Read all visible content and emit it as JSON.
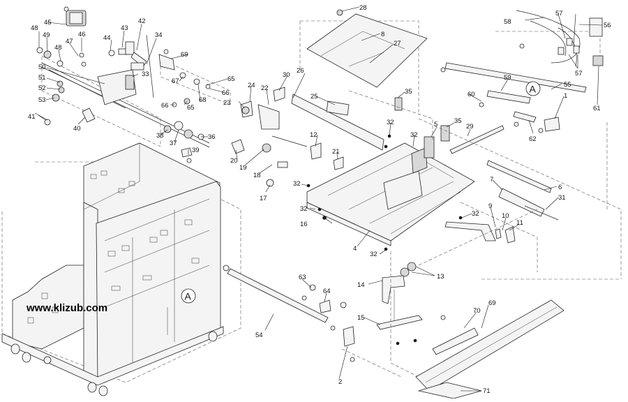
{
  "watermark": "www.klizub.com",
  "reference_markers": [
    "A",
    "A"
  ],
  "callouts": [
    {
      "id": "c1",
      "label": "1"
    },
    {
      "id": "c2",
      "label": "2"
    },
    {
      "id": "c4",
      "label": "4"
    },
    {
      "id": "c5",
      "label": "5"
    },
    {
      "id": "c6",
      "label": "6"
    },
    {
      "id": "c7",
      "label": "7"
    },
    {
      "id": "c8",
      "label": "8"
    },
    {
      "id": "c9",
      "label": "9"
    },
    {
      "id": "c10",
      "label": "10"
    },
    {
      "id": "c11",
      "label": "11"
    },
    {
      "id": "c12",
      "label": "12"
    },
    {
      "id": "c13",
      "label": "13"
    },
    {
      "id": "c14",
      "label": "14"
    },
    {
      "id": "c15",
      "label": "15"
    },
    {
      "id": "c16",
      "label": "16"
    },
    {
      "id": "c17",
      "label": "17"
    },
    {
      "id": "c18",
      "label": "18"
    },
    {
      "id": "c19",
      "label": "19"
    },
    {
      "id": "c20",
      "label": "20"
    },
    {
      "id": "c21",
      "label": "21"
    },
    {
      "id": "c22",
      "label": "22"
    },
    {
      "id": "c23",
      "label": "23"
    },
    {
      "id": "c24",
      "label": "24"
    },
    {
      "id": "c25",
      "label": "25"
    },
    {
      "id": "c26",
      "label": "26"
    },
    {
      "id": "c27",
      "label": "27"
    },
    {
      "id": "c28",
      "label": "28"
    },
    {
      "id": "c29",
      "label": "29"
    },
    {
      "id": "c30",
      "label": "30"
    },
    {
      "id": "c31",
      "label": "31"
    },
    {
      "id": "c32a",
      "label": "32"
    },
    {
      "id": "c32b",
      "label": "32"
    },
    {
      "id": "c32c",
      "label": "32"
    },
    {
      "id": "c32d",
      "label": "32"
    },
    {
      "id": "c32e",
      "label": "32"
    },
    {
      "id": "c32f",
      "label": "32"
    },
    {
      "id": "c33",
      "label": "33"
    },
    {
      "id": "c34",
      "label": "34"
    },
    {
      "id": "c35a",
      "label": "35"
    },
    {
      "id": "c35b",
      "label": "35"
    },
    {
      "id": "c36",
      "label": "36"
    },
    {
      "id": "c37",
      "label": "37"
    },
    {
      "id": "c38",
      "label": "38"
    },
    {
      "id": "c39",
      "label": "39"
    },
    {
      "id": "c40",
      "label": "40"
    },
    {
      "id": "c41",
      "label": "41"
    },
    {
      "id": "c42",
      "label": "42"
    },
    {
      "id": "c43",
      "label": "43"
    },
    {
      "id": "c44",
      "label": "44"
    },
    {
      "id": "c45",
      "label": "45"
    },
    {
      "id": "c46",
      "label": "46"
    },
    {
      "id": "c47",
      "label": "47"
    },
    {
      "id": "c48a",
      "label": "48"
    },
    {
      "id": "c48b",
      "label": "48"
    },
    {
      "id": "c49",
      "label": "49"
    },
    {
      "id": "c50",
      "label": "50"
    },
    {
      "id": "c51",
      "label": "51"
    },
    {
      "id": "c52",
      "label": "52"
    },
    {
      "id": "c53",
      "label": "53"
    },
    {
      "id": "c54",
      "label": "54"
    },
    {
      "id": "c55",
      "label": "55"
    },
    {
      "id": "c56",
      "label": "56"
    },
    {
      "id": "c57a",
      "label": "57"
    },
    {
      "id": "c57b",
      "label": "57"
    },
    {
      "id": "c58",
      "label": "58"
    },
    {
      "id": "c59",
      "label": "59"
    },
    {
      "id": "c60",
      "label": "60"
    },
    {
      "id": "c61",
      "label": "61"
    },
    {
      "id": "c62",
      "label": "62"
    },
    {
      "id": "c63",
      "label": "63"
    },
    {
      "id": "c64",
      "label": "64"
    },
    {
      "id": "c65a",
      "label": "65"
    },
    {
      "id": "c65b",
      "label": "65"
    },
    {
      "id": "c66a",
      "label": "66"
    },
    {
      "id": "c66b",
      "label": "66"
    },
    {
      "id": "c67",
      "label": "67"
    },
    {
      "id": "c68",
      "label": "68"
    },
    {
      "id": "c69a",
      "label": "69"
    },
    {
      "id": "c69b",
      "label": "69"
    },
    {
      "id": "c70",
      "label": "70"
    },
    {
      "id": "c71",
      "label": "71"
    }
  ]
}
